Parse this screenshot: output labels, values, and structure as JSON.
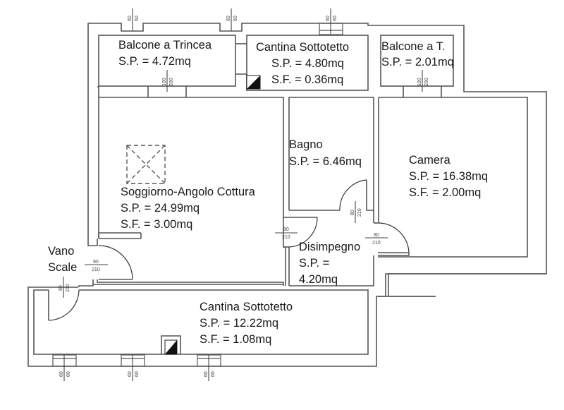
{
  "plan": {
    "rooms": [
      {
        "id": "balcone-trincea",
        "name": "Balcone a Trincea",
        "sp": "S.P. = 4.72mq"
      },
      {
        "id": "cantina-sottotetto-top",
        "name": "Cantina Sottotetto",
        "sp": "S.P. = 4.80mq",
        "sf": "S.F. = 0.36mq"
      },
      {
        "id": "balcone-t",
        "name": "Balcone a T.",
        "sp": "S.P. = 2.01mq"
      },
      {
        "id": "soggiorno",
        "name": "Soggiorno-Angolo Cottura",
        "sp": "S.P. = 24.99mq",
        "sf": "S.F. = 3.00mq"
      },
      {
        "id": "bagno",
        "name": "Bagno",
        "sp": "S.P. = 6.46mq"
      },
      {
        "id": "camera",
        "name": "Camera",
        "sp": "S.P. = 16.38mq",
        "sf": "S.F. = 2.00mq"
      },
      {
        "id": "disimpegno",
        "name": "Disimpegno",
        "sp_line1": "S.P. =",
        "sp_line2": "4.20mq"
      },
      {
        "id": "vano-scale",
        "name_line1": "Vano",
        "name_line2": "Scale"
      },
      {
        "id": "cantina-sottotetto-bottom",
        "name": "Cantina Sottotetto",
        "sp": "S.P. = 12.22mq",
        "sf": "S.F. = 1.08mq"
      }
    ],
    "openings": {
      "skylight_top": [
        "60",
        "60"
      ],
      "balcony_door": [
        "100",
        "200"
      ],
      "door_80_210": [
        "80",
        "210"
      ],
      "door_90_210": [
        "90",
        "210"
      ]
    }
  }
}
